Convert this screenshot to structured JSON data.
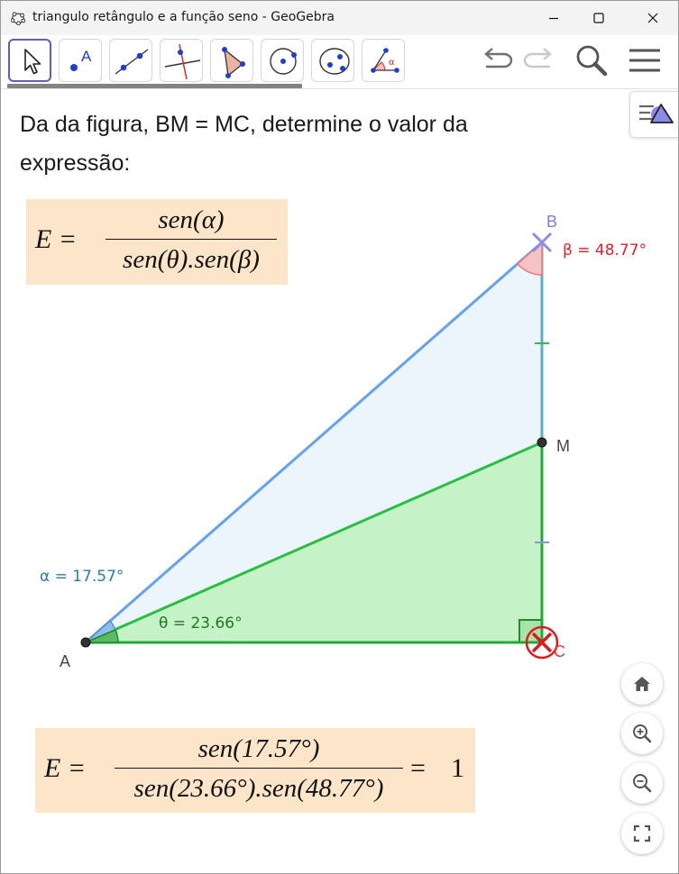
{
  "window": {
    "title": "triangulo retângulo e a função seno - GeoGebra"
  },
  "toolbar": {
    "tools": [
      "move-tool",
      "point-tool",
      "line-tool",
      "perpendicular-line-tool",
      "polygon-tool",
      "circle-tool",
      "conic-tool",
      "angle-tool"
    ],
    "active_tool": "move-tool"
  },
  "problem": {
    "line1": "Da da figura, BM = MC, determine o valor da",
    "line2": "expressão:"
  },
  "formula1": {
    "lhs": "E =",
    "numerator": "sen(α)",
    "denominator": "sen(θ).sen(β)"
  },
  "formula2": {
    "lhs": "E =",
    "numerator": "sen(17.57°)",
    "denominator": "sen(23.66°).sen(48.77°)",
    "equals": "=",
    "result": "1"
  },
  "geometry": {
    "point_A": "A",
    "point_B": "B",
    "point_C": "C",
    "point_M": "M",
    "alpha_label": "α = 17.57°",
    "theta_label": "θ = 23.66°",
    "beta_label": "β = 48.77°"
  },
  "colors": {
    "blue_line": "#62a2ee",
    "blue_fill": "#ecf4fc",
    "green_line": "#29bf41",
    "green_fill": "#c5f2c7",
    "alpha_text": "#2a7ab0",
    "theta_text": "#1e7a1e",
    "beta_text": "#e8202a",
    "formula_bg": "#fde5c9",
    "active_tool_border": "#6557d2"
  }
}
